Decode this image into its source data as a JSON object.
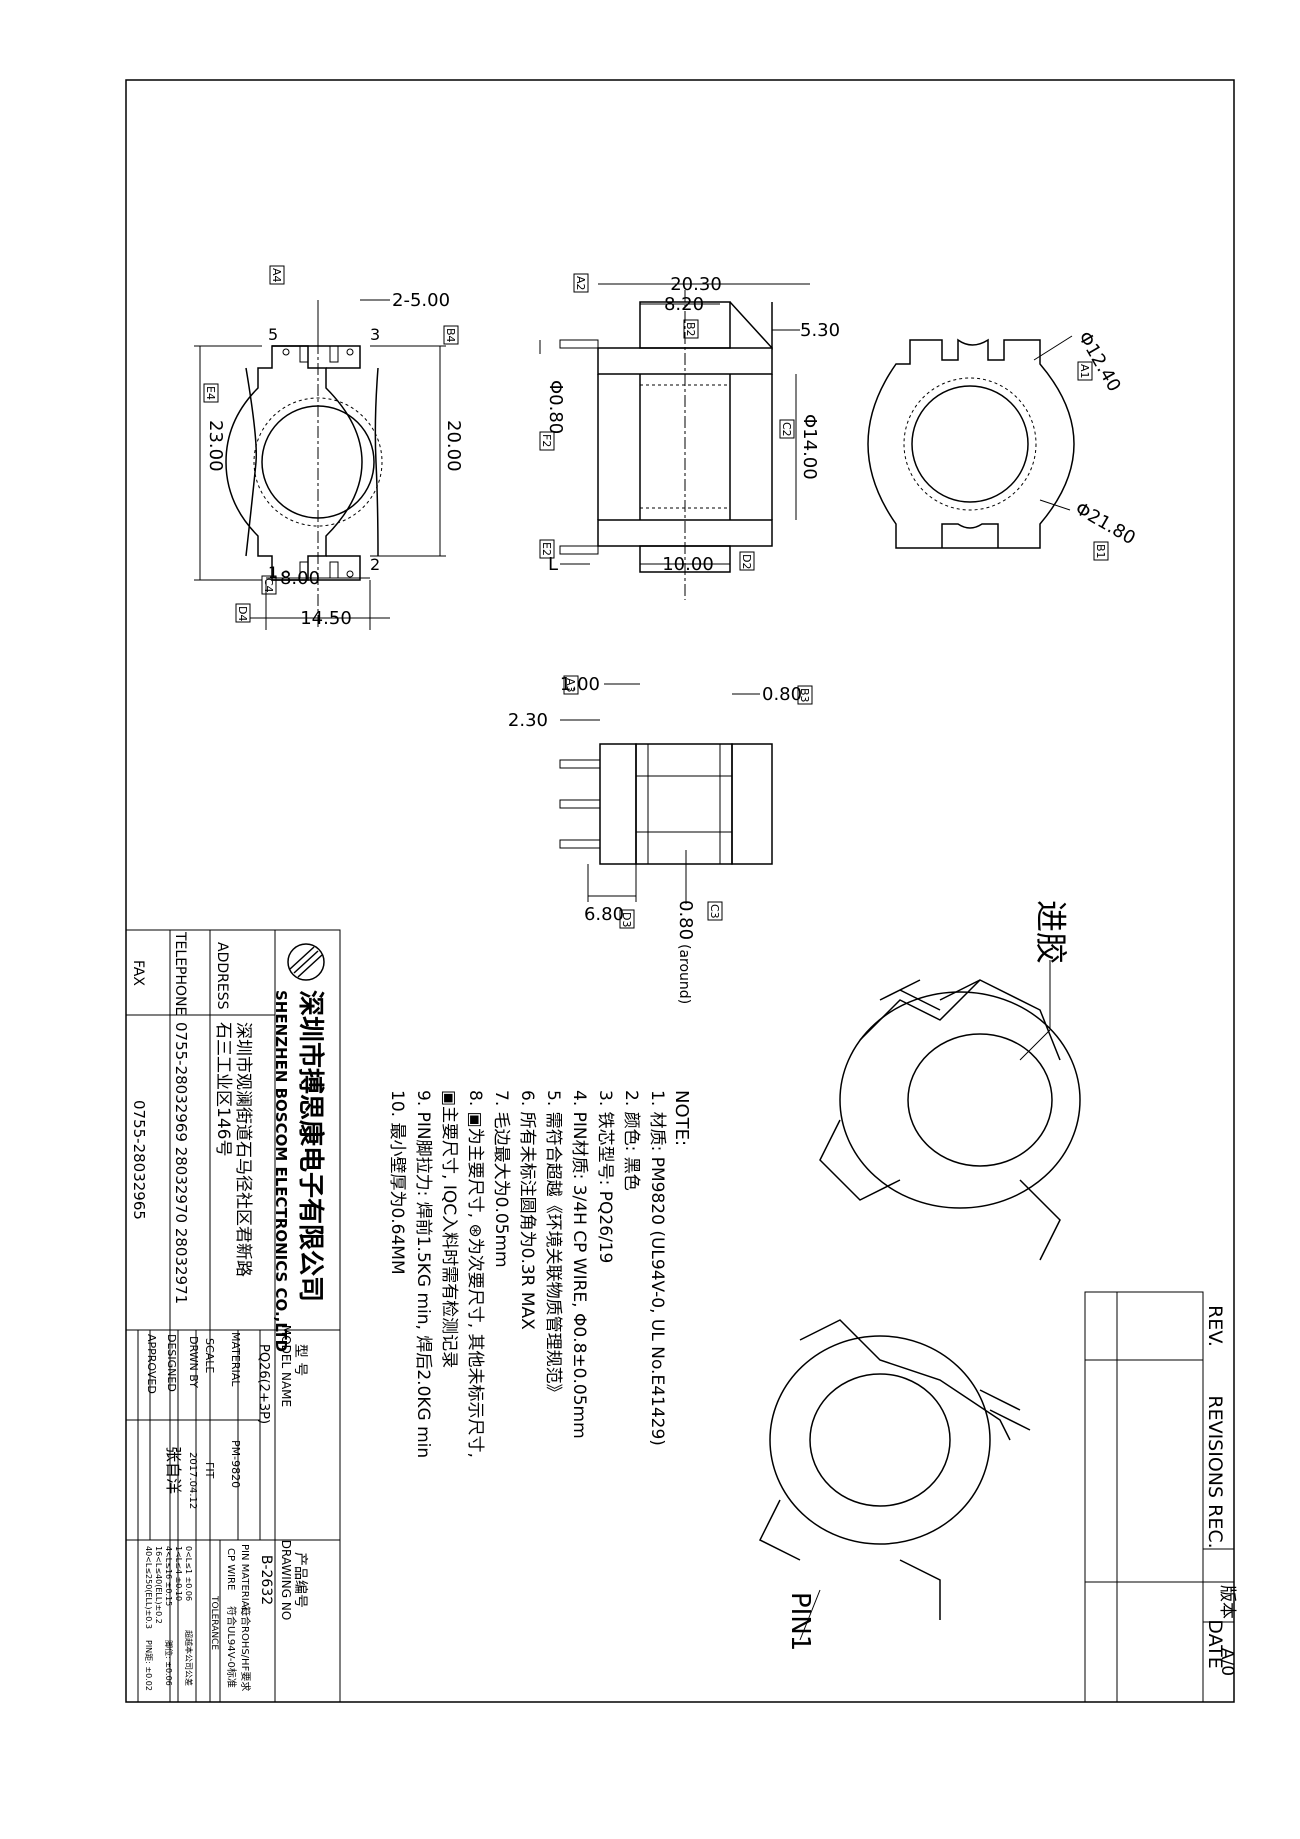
{
  "company": {
    "name_cn": "深圳市搏思康电子有限公司",
    "name_en": "SHENZHEN BOSCOM ELECTRONICS CO.,LTD",
    "address_label": "ADDRESS",
    "address_line1": "深圳市观澜街道石马径社区君新路",
    "address_line2": "石三工业区146号",
    "telephone_label": "TELEPHONE",
    "telephone": "0755-28032969 28032970 28032971",
    "fax_label": "FAX",
    "fax": "0755-28032965"
  },
  "title_block": {
    "model_label_cn": "型 号",
    "model_label": "MODEL NAME",
    "model": "PQ26(2+3P)",
    "drawing_no_label_cn": "产品编号",
    "drawing_no_label": "DRAWING NO",
    "drawing_no": "B-2632",
    "material_label": "MATERIAL",
    "material": "PM-9820",
    "pin_material_label": "PIN MATERIAL:",
    "pin_material": "CP WIRE",
    "rohs_1": "符合ROHS/HF要求",
    "rohs_2": "符合UL94V-0标准",
    "scale_label": "SCALE",
    "scale": "FIT",
    "tolerance_label": "TOLERANCE",
    "drwn_label": "DRWN BY",
    "date": "2017.04.12",
    "designed_label": "DESIGNED",
    "designer": "张自洋",
    "approved_label": "APPROVED",
    "tolerance_rows": [
      "0<L≤1       ±0.06",
      "1<L≤4       ±0.10",
      "4<L≤16      ±0.15",
      "16<L≤40(ELL)±0.2",
      "40<L≤250(ELL)±0.3"
    ],
    "tolerance_header": "超越本公司公差",
    "tolerance_right": [
      "脚位: ±0.06",
      "PIN距: ±0.02"
    ]
  },
  "revision": {
    "version_label": "版本",
    "version": "A/0",
    "rev_label": "REV.",
    "revisions_label": "REVISIONS REC.",
    "date_label": "DATE"
  },
  "notes": {
    "title": "NOTE:",
    "items": [
      "1. 材质: PM9820  (UL94V-0, UL No.E41429)",
      "2. 颜色: 黑色",
      "3. 铁芯型号: PQ26/19",
      "4. PIN材质: 3/4H CP WIRE, Φ0.8±0.05mm",
      "5. 需符合超越《环境关联物质管理规范》",
      "6. 所有未标注圆角为0.3R MAX",
      "7. 毛边最大为0.05mm",
      "8. ▣为主要尺寸, ⊛为次要尺寸, 其他未标示尺寸,",
      "   ▣主要尺寸, IQC入料时需有检测记录",
      "9. PIN脚拉力: 焊前1.5KG min, 焊后2.0KG min",
      "10. 最小壁厚为0.64MM"
    ]
  },
  "labels": {
    "gate": "进胶",
    "pin1": "PIN1",
    "around": "(around)"
  },
  "dimensions": {
    "d_2_5": "2-5.00",
    "d_23": "23.00",
    "d_20": "20.00",
    "d_8": "8.00",
    "d_14_5": "14.50",
    "d_20_3": "20.30",
    "d_8_2": "8.20",
    "d_5_3": "5.30",
    "d_phi08": "Φ0.80",
    "d_phi14": "Φ14.00",
    "d_10": "10.00",
    "d_L": "L",
    "d_phi124": "Φ12.40",
    "d_phi218": "Φ21.80",
    "d_1": "1.00",
    "d_08": "0.80",
    "d_2_3": "2.30",
    "d_6_8": "6.80",
    "d_08b": "0.80",
    "pin_1": "1",
    "pin_2": "2",
    "pin_3": "3",
    "pin_5": "5"
  },
  "tags": {
    "A4": "A4",
    "B4": "B4",
    "E4": "E4",
    "C4": "C4",
    "D4": "D4",
    "A2": "A2",
    "B2": "B2",
    "F2": "F2",
    "C2": "C2",
    "D2": "D2",
    "E2": "E2",
    "A1": "A1",
    "B1": "B1",
    "A3": "A3",
    "B3": "B3",
    "C3": "C3",
    "D3": "D3"
  }
}
